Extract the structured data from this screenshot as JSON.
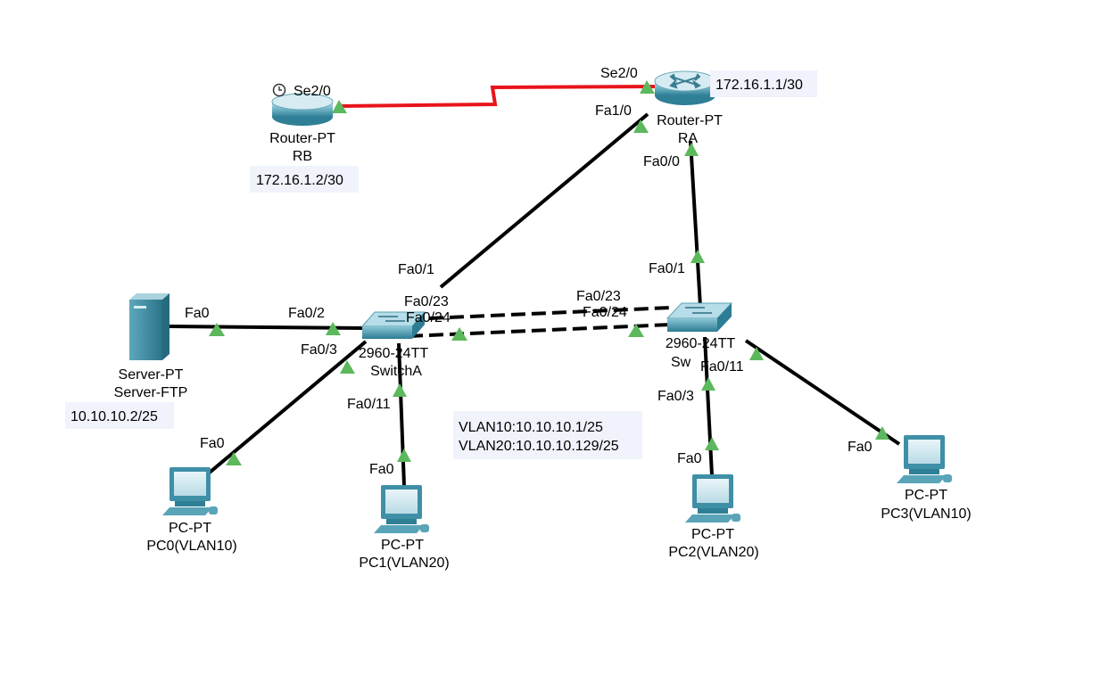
{
  "devices": {
    "rb": {
      "type": "Router-PT",
      "name": "RB",
      "clock_icon": "clock-icon",
      "ip_note": "172.16.1.2/30"
    },
    "ra": {
      "type": "Router-PT",
      "name": "RA",
      "ip_note": "172.16.1.1/30"
    },
    "switch_a": {
      "model": "2960-24TT",
      "name": "SwitchA"
    },
    "switch_b": {
      "model": "2960-24TT",
      "name": "Sw"
    },
    "server": {
      "type": "Server-PT",
      "name": "Server-FTP",
      "ip_note": "10.10.10.2/25"
    },
    "pc0": {
      "type": "PC-PT",
      "name": "PC0(VLAN10)"
    },
    "pc1": {
      "type": "PC-PT",
      "name": "PC1(VLAN20)"
    },
    "pc2": {
      "type": "PC-PT",
      "name": "PC2(VLAN20)"
    },
    "pc3": {
      "type": "PC-PT",
      "name": "PC3(VLAN10)"
    }
  },
  "ports": {
    "rb_se": "Se2/0",
    "ra_se": "Se2/0",
    "ra_fa10": "Fa1/0",
    "ra_fa00": "Fa0/0",
    "swa_fa01": "Fa0/1",
    "swa_fa023": "Fa0/23",
    "swa_fa024": "Fa0/24",
    "swa_fa02": "Fa0/2",
    "swa_fa03": "Fa0/3",
    "swa_fa011": "Fa0/11",
    "swb_fa01": "Fa0/1",
    "swb_fa023": "Fa0/23",
    "swb_fa024": "Fa0/24",
    "swb_fa011": "Fa0/11",
    "swb_fa03": "Fa0/3",
    "server_fa0": "Fa0",
    "pc0_fa0": "Fa0",
    "pc1_fa0": "Fa0",
    "pc2_fa0": "Fa0",
    "pc3_fa0": "Fa0"
  },
  "notes": {
    "vlan_line1": "VLAN10:10.10.10.1/25",
    "vlan_line2": "VLAN20:10.10.10.129/25"
  },
  "colors": {
    "serial_link": "#e8141b",
    "link_up": "#5cb85c",
    "device_blue": "#3f8fa6",
    "note_background": "#f0f3fb"
  }
}
